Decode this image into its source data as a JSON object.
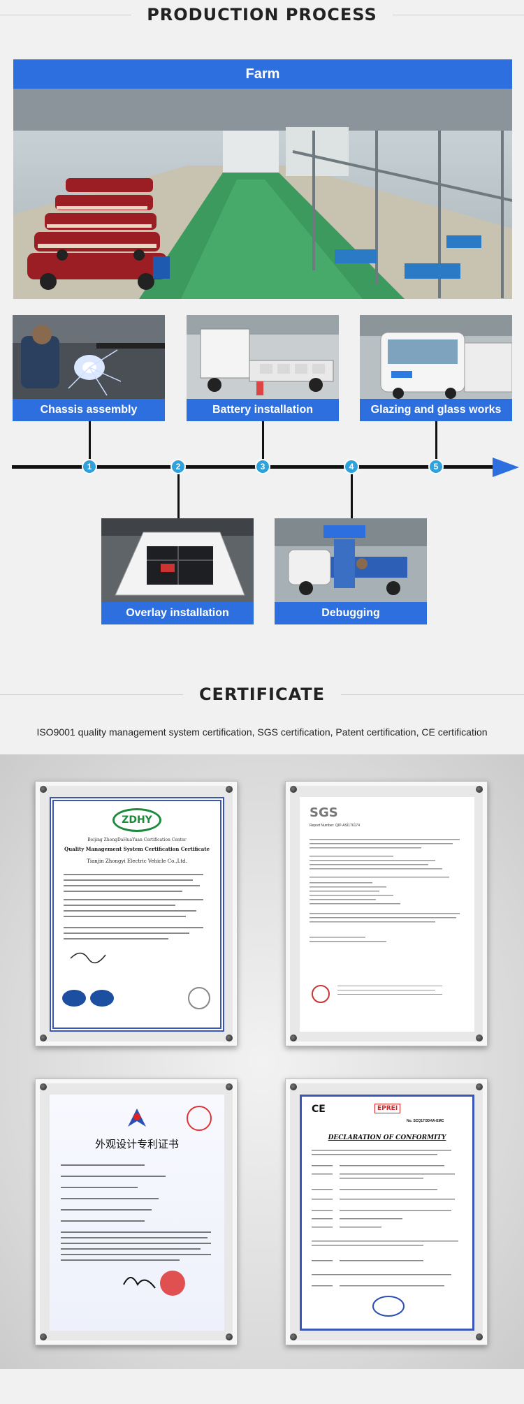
{
  "production": {
    "title": "PRODUCTION PROCESS",
    "farm_label": "Farm",
    "steps_top": [
      {
        "number": "1",
        "label": "Chassis assembly"
      },
      {
        "number": "3",
        "label": "Battery installation"
      },
      {
        "number": "5",
        "label": "Glazing and glass works"
      }
    ],
    "steps_bottom": [
      {
        "number": "2",
        "label": "Overlay installation"
      },
      {
        "number": "4",
        "label": "Debugging"
      }
    ]
  },
  "certificate": {
    "title": "CERTIFICATE",
    "subtitle": "ISO9001 quality management system certification, SGS certification, Patent certification, CE certification",
    "docs": {
      "zdhy_logo": "ZDHY",
      "zdhy_center": "Beijing ZhongDaHuaYuan Certification Center",
      "zdhy_title": "Quality Management System Certification Certificate",
      "zdhy_company": "Tianjin Zhongyi Electric Vehicle Co.,Ltd.",
      "sgs_logo": "SGS",
      "sgs_report": "Report Number: QIP-ASI176174",
      "patent_title": "外观设计专利证书",
      "ce_mark": "CE",
      "ce_title": "DECLARATION OF CONFORMITY",
      "ce_no": "No. SCQ17/30/4A-EMC",
      "ce_badge": "EPREI"
    }
  },
  "colors": {
    "accent_blue": "#2e6fe0",
    "dot_blue": "#2fa2dc",
    "timeline": "#111111"
  }
}
